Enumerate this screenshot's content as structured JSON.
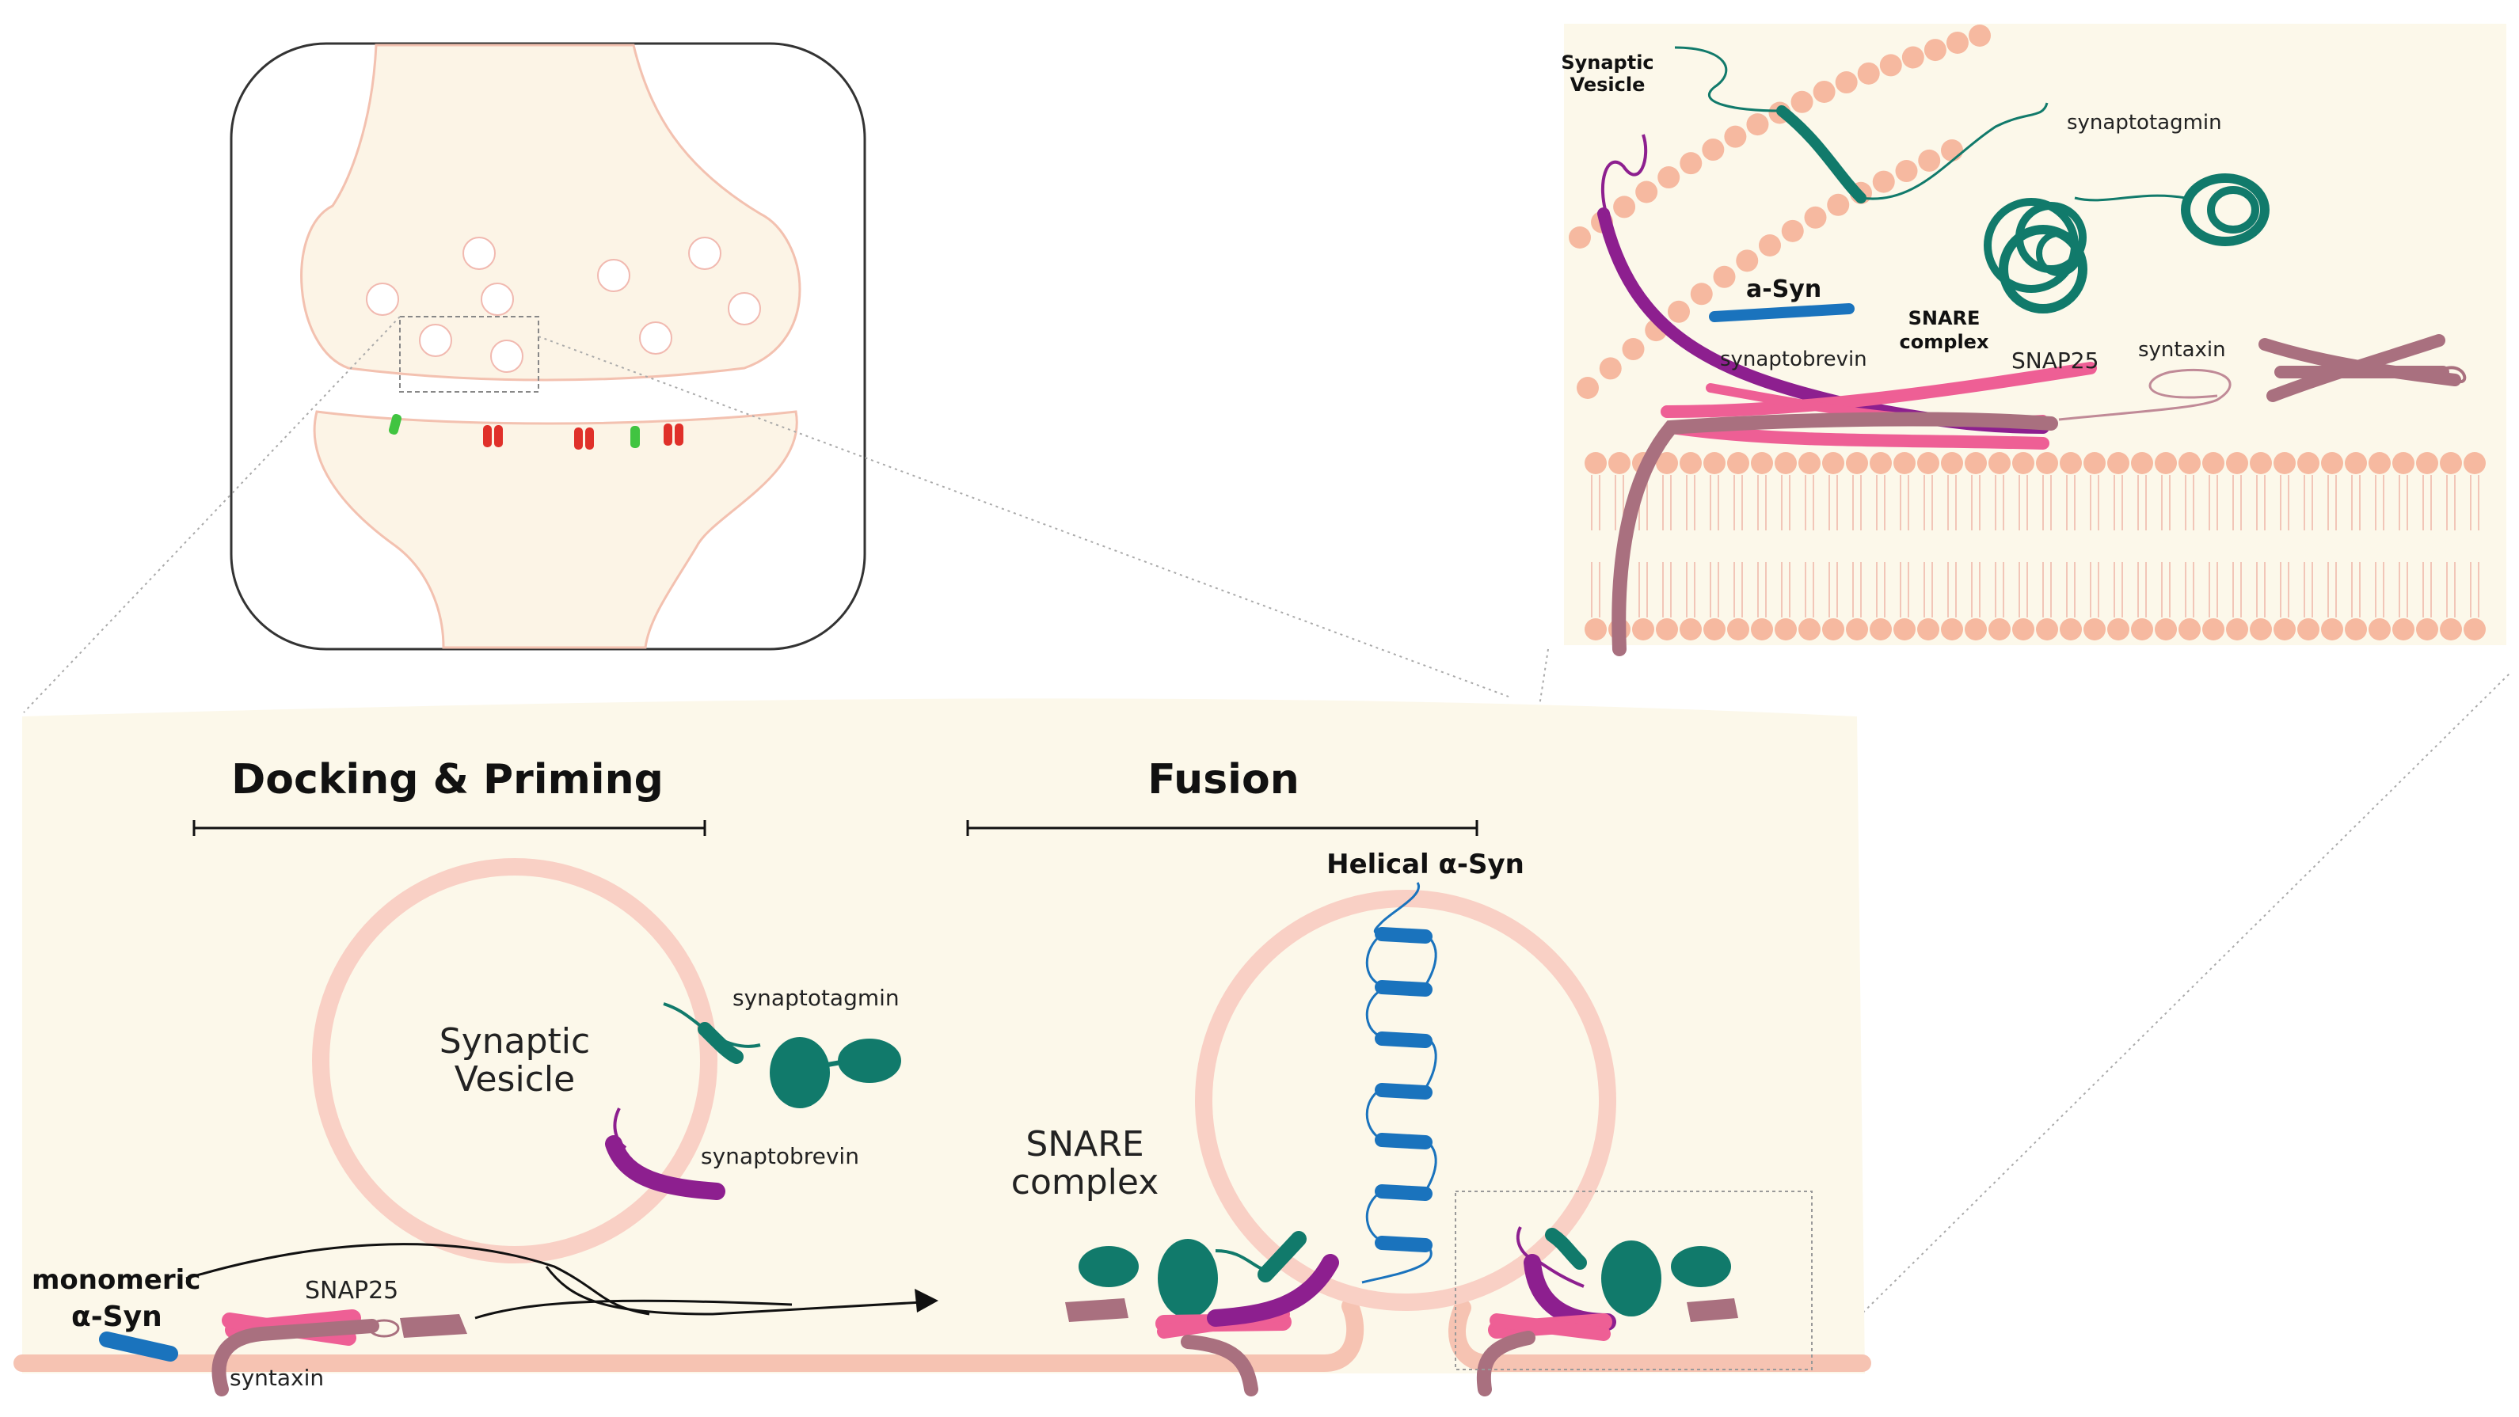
{
  "overview": {
    "figure": "synapse-overview"
  },
  "zoom_panel": {
    "synaptic_vesicle": "Synaptic\nVesicle",
    "synaptotagmin": "synaptotagmin",
    "a_syn": "a-Syn",
    "snare_complex": "SNARE\ncomplex",
    "synaptobrevin": "synaptobrevin",
    "snap25": "SNAP25",
    "syntaxin": "syntaxin"
  },
  "docking": {
    "title": "Docking & Priming",
    "synaptic_vesicle": "Synaptic\nVesicle",
    "synaptotagmin": "synaptotagmin",
    "synaptobrevin": "synaptobrevin",
    "monomeric": "monomeric",
    "a_syn": "α-Syn",
    "snap25": "SNAP25",
    "syntaxin": "syntaxin"
  },
  "fusion": {
    "title": "Fusion",
    "helical_a_syn": "Helical α-Syn",
    "snare_complex": "SNARE\ncomplex"
  },
  "colors": {
    "cream": "#fcf8ea",
    "membrane": "#f7c8b8",
    "lipid_head": "#f6b9a0",
    "teal": "#117a6b",
    "purple": "#8d1f8f",
    "pink": "#ee5f95",
    "mauve": "#a9707f",
    "blue": "#1a73bd",
    "red": "#e0302a",
    "green": "#41c441"
  }
}
